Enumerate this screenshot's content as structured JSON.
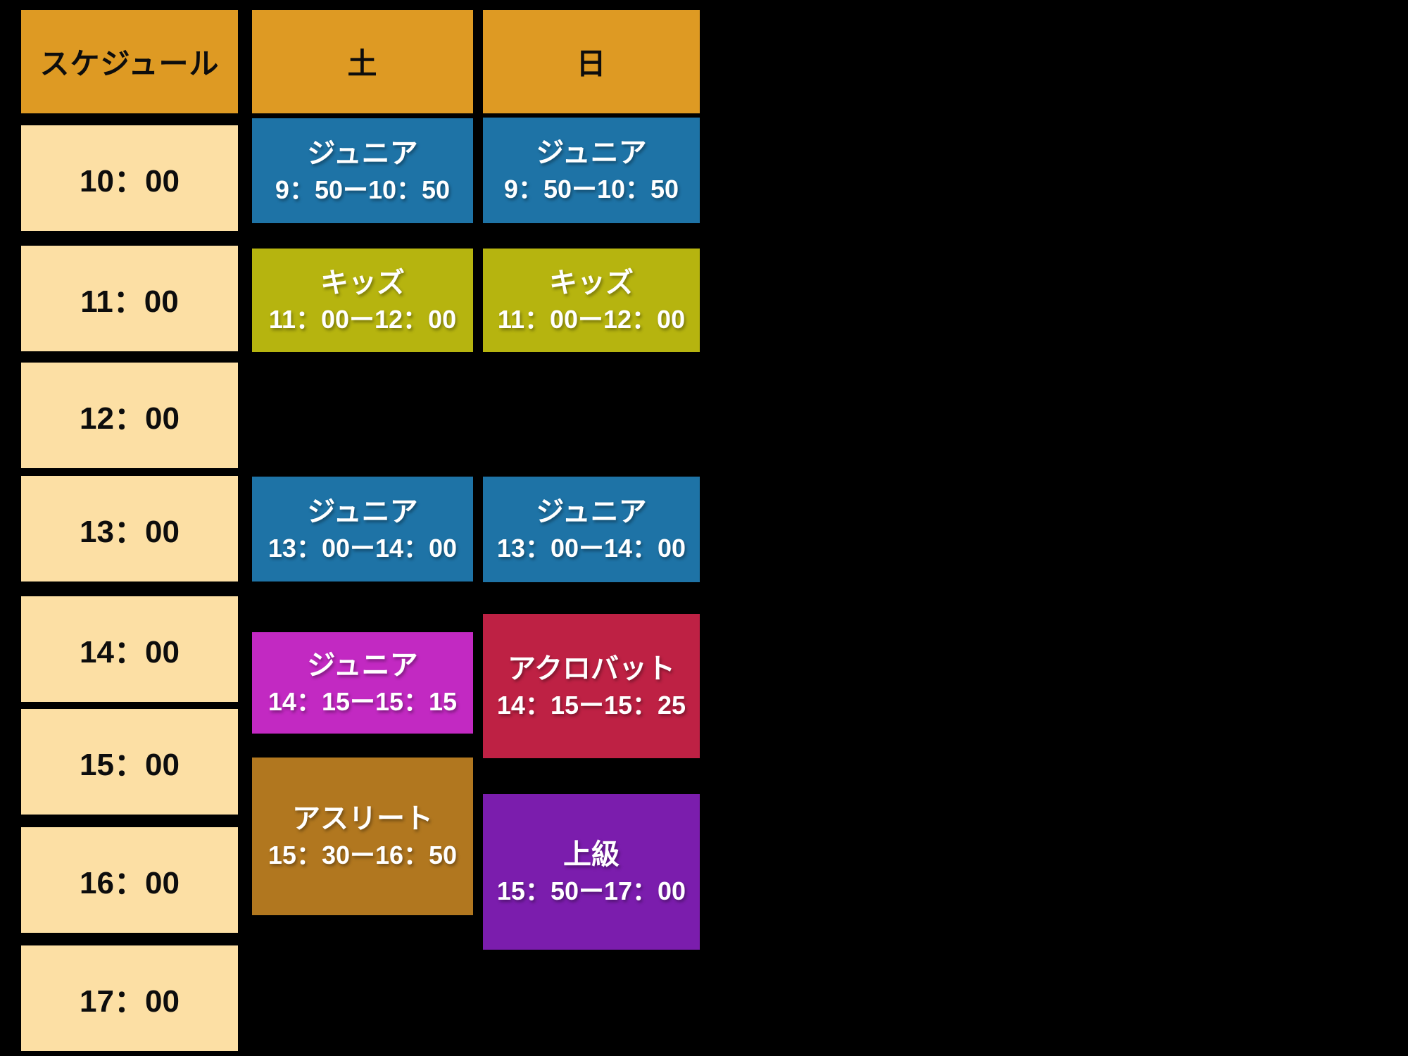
{
  "schedule": {
    "header": {
      "title": "スケジュール",
      "saturday": "土",
      "sunday": "日"
    },
    "times": [
      "10：00",
      "11：00",
      "12：00",
      "13：00",
      "14：00",
      "15：00",
      "16：00",
      "17：00"
    ],
    "events": {
      "saturday": [
        {
          "name": "ジュニア",
          "time": "9：50ー10：50",
          "color": "#1E73A6"
        },
        {
          "name": "キッズ",
          "time": "11：00ー12：00",
          "color": "#B6B40F"
        },
        {
          "name": "ジュニア",
          "time": "13：00ー14：00",
          "color": "#1E73A6"
        },
        {
          "name": "ジュニア",
          "time": "14：15ー15：15",
          "color": "#C229C2"
        },
        {
          "name": "アスリート",
          "time": "15：30ー16：50",
          "color": "#B1771F"
        }
      ],
      "sunday": [
        {
          "name": "ジュニア",
          "time": "9：50ー10：50",
          "color": "#1E73A6"
        },
        {
          "name": "キッズ",
          "time": "11：00ー12：00",
          "color": "#B6B40F"
        },
        {
          "name": "ジュニア",
          "time": "13：00ー14：00",
          "color": "#1E73A6"
        },
        {
          "name": "アクロバット",
          "time": "14：15ー15：25",
          "color": "#BE2144"
        },
        {
          "name": "上級",
          "time": "15：50ー17：00",
          "color": "#7B1DAD"
        }
      ]
    },
    "colors": {
      "background": "#000000",
      "header": "#DE9A23",
      "time_cell": "#FCDFA4",
      "junior": "#1E73A6",
      "kids": "#B6B40F",
      "junior_afternoon": "#C229C2",
      "acrobat": "#BE2144",
      "athlete": "#B1771F",
      "advanced": "#7B1DAD"
    }
  },
  "chart_data": {
    "type": "table",
    "title": "スケジュール",
    "columns": [
      "スケジュール",
      "土",
      "日"
    ],
    "rows": [
      [
        "10：00",
        "ジュニア 9：50ー10：50",
        "ジュニア 9：50ー10：50"
      ],
      [
        "11：00",
        "キッズ 11：00ー12：00",
        "キッズ 11：00ー12：00"
      ],
      [
        "12：00",
        "",
        ""
      ],
      [
        "13：00",
        "ジュニア 13：00ー14：00",
        "ジュニア 13：00ー14：00"
      ],
      [
        "14：00",
        "ジュニア 14：15ー15：15",
        "アクロバット 14：15ー15：25"
      ],
      [
        "15：00",
        "アスリート 15：30ー16：50",
        "上級 15：50ー17：00"
      ],
      [
        "16：00",
        "",
        ""
      ],
      [
        "17：00",
        "",
        ""
      ]
    ]
  }
}
